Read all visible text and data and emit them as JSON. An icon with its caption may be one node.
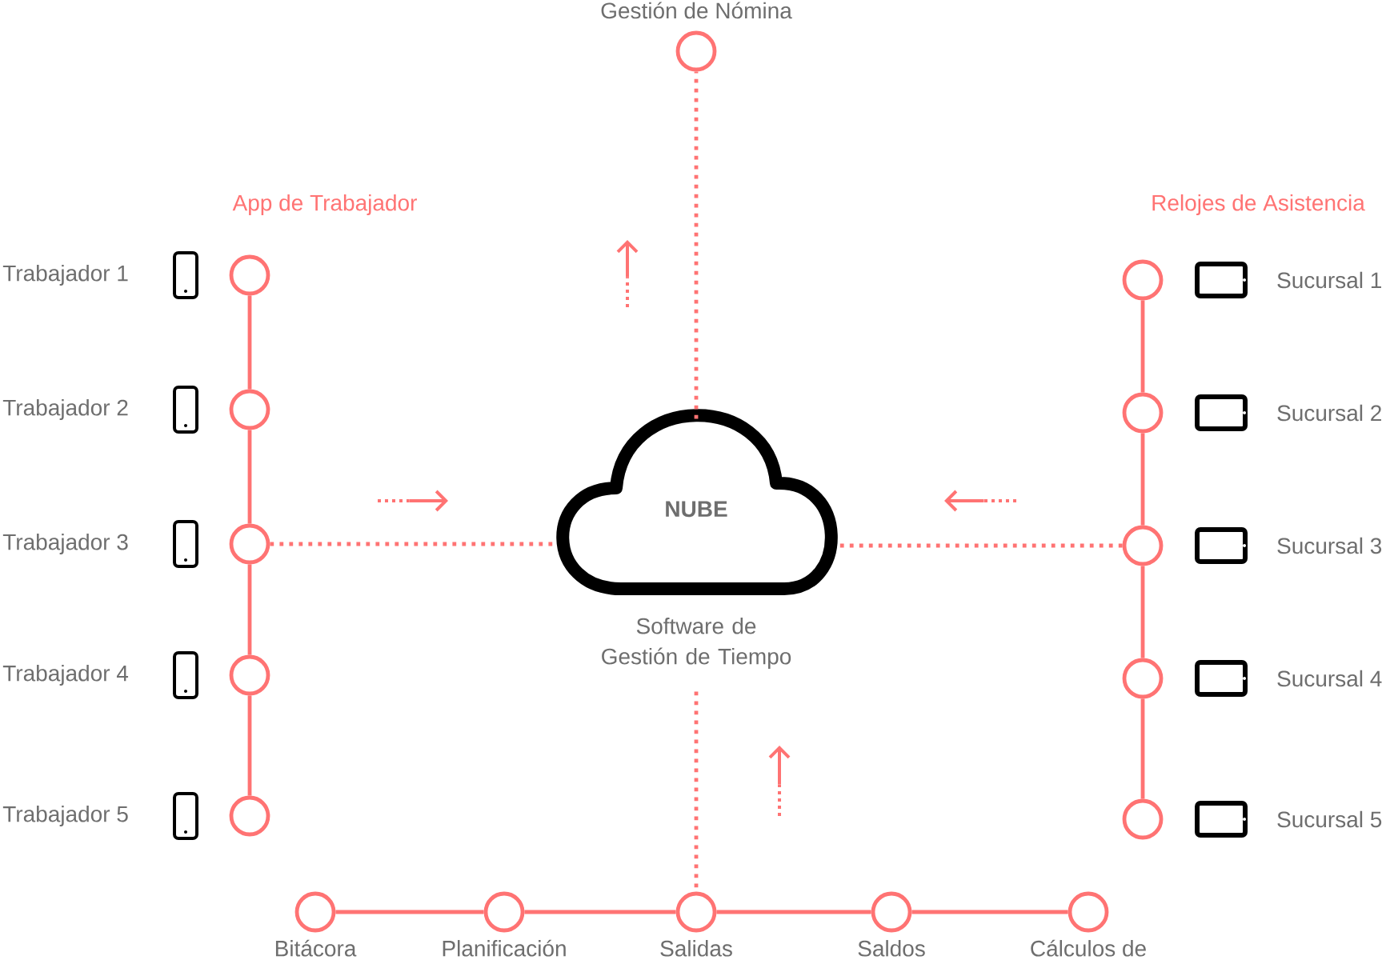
{
  "diagram": {
    "nodes": [
      {
        "text": [
          "NUBE"
        ],
        "beside": [
          "Software de Gestión de Tiempo"
        ]
      },
      {
        "text": [],
        "shape": "circle",
        "beside": [
          "Gestión de Nómina"
        ]
      },
      {
        "text": [],
        "shape": "circle"
      },
      {
        "text": [],
        "shape": "circle"
      },
      {
        "text": [],
        "shape": "circle"
      },
      {
        "text": [],
        "shape": "circle"
      },
      {
        "text": [],
        "shape": "circle"
      },
      {
        "text": [],
        "shape": "circle"
      },
      {
        "text": [],
        "shape": "circle"
      },
      {
        "text": [],
        "shape": "circle"
      },
      {
        "text": [],
        "shape": "circle"
      },
      {
        "text": [],
        "shape": "circle"
      },
      {
        "text": [],
        "shape": "circle",
        "beside": [
          "Bitácora"
        ]
      },
      {
        "text": [],
        "shape": "circle",
        "beside": [
          "Planificación"
        ]
      },
      {
        "text": [],
        "shape": "circle",
        "beside": [
          "Salidas"
        ]
      },
      {
        "text": [],
        "shape": "circle",
        "beside": [
          "Saldos"
        ]
      },
      {
        "text": [],
        "shape": "circle",
        "beside": [
          "Cálculos de"
        ]
      }
    ],
    "edges": [
      {
        "from": 0,
        "to": 1,
        "arrow": "none",
        "style": "dashed"
      },
      {
        "from": 4,
        "to": 0,
        "arrow": "none",
        "style": "dashed"
      },
      {
        "from": 9,
        "to": 0,
        "arrow": "none",
        "style": "dashed"
      },
      {
        "from": 0,
        "to": 14,
        "arrow": "none",
        "style": "dashed"
      },
      {
        "from": 2,
        "to": 3,
        "arrow": "none"
      },
      {
        "from": 3,
        "to": 4,
        "arrow": "none"
      },
      {
        "from": 4,
        "to": 5,
        "arrow": "none"
      },
      {
        "from": 5,
        "to": 6,
        "arrow": "none"
      },
      {
        "from": 7,
        "to": 8,
        "arrow": "none"
      },
      {
        "from": 8,
        "to": 9,
        "arrow": "none"
      },
      {
        "from": 9,
        "to": 10,
        "arrow": "none"
      },
      {
        "from": 10,
        "to": 11,
        "arrow": "none"
      },
      {
        "from": 12,
        "to": 13,
        "arrow": "none"
      },
      {
        "from": 13,
        "to": 14,
        "arrow": "none"
      },
      {
        "from": 14,
        "to": 15,
        "arrow": "none"
      },
      {
        "from": 15,
        "to": 16,
        "arrow": "none"
      }
    ],
    "labels": [
      "App de Trabajador",
      "Relojes de Asistencia",
      "Trabajador 1",
      "Sucursal 1",
      "Trabajador 2",
      "Sucursal 2",
      "Trabajador 3",
      "Sucursal 3",
      "Trabajador 4",
      "Sucursal 4",
      "Trabajador 5",
      "Sucursal 5"
    ]
  }
}
